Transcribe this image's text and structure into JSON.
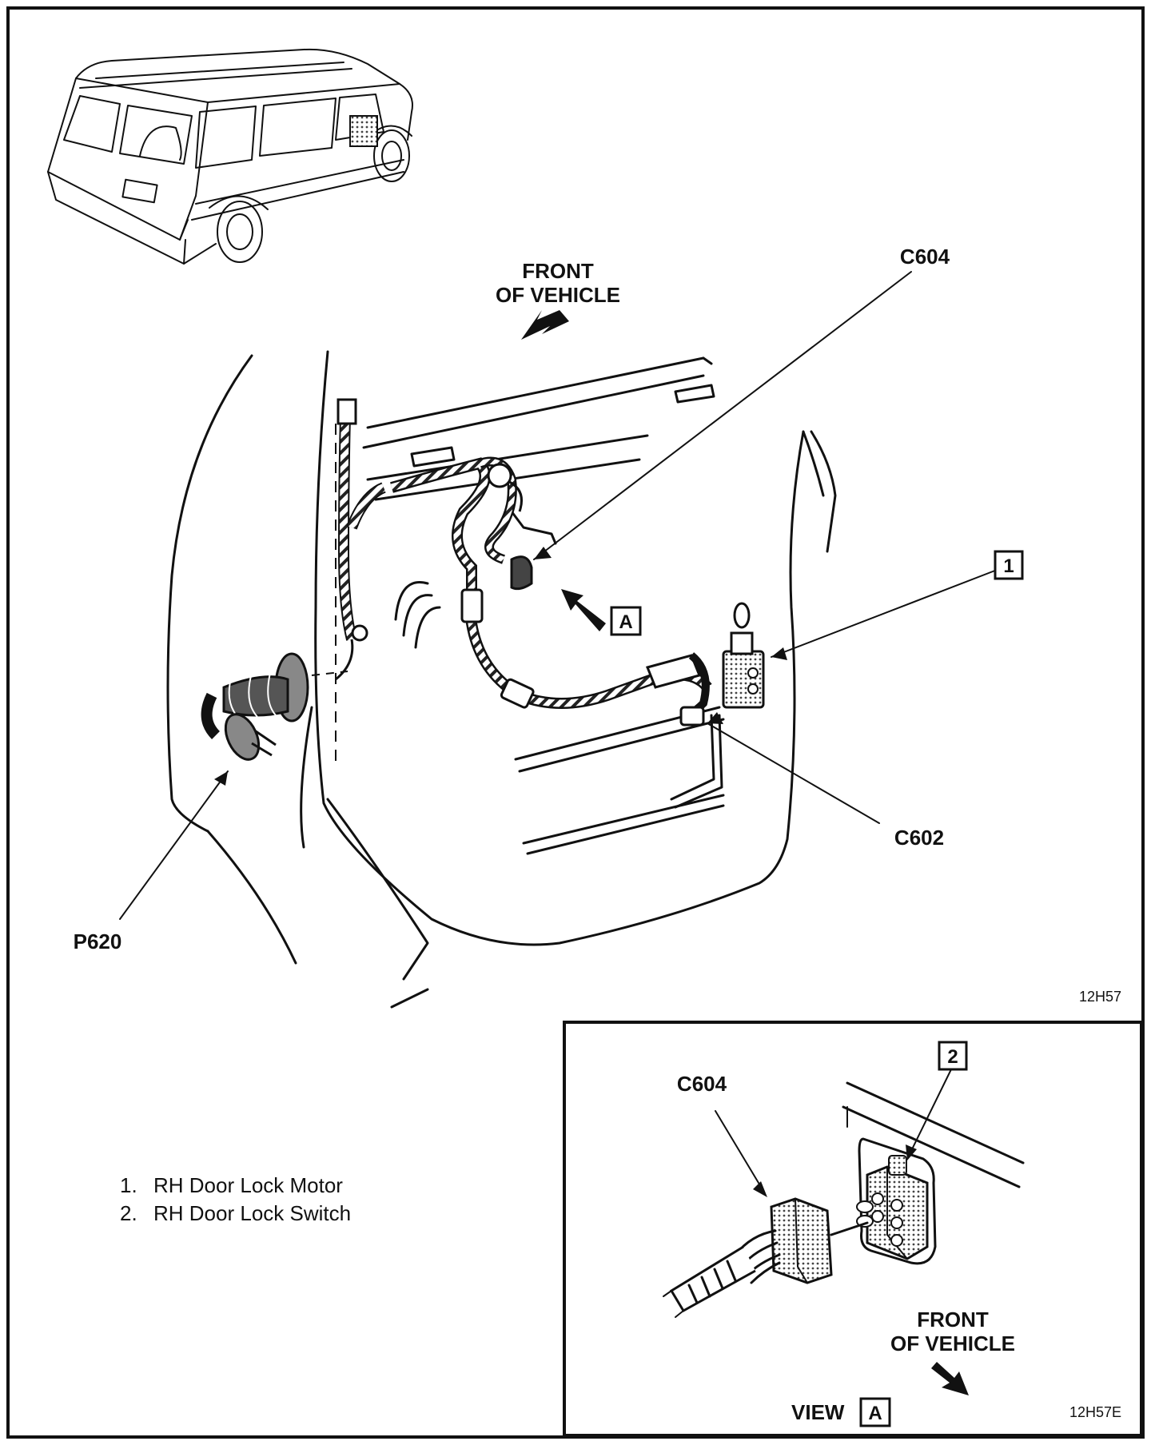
{
  "labels": {
    "front_of_vehicle_main": [
      "FRONT",
      "OF VEHICLE"
    ],
    "c604_main": "C604",
    "callout_1": "1",
    "callout_a": "A",
    "c602": "C602",
    "p620": "P620",
    "figure_id_main": "12H57"
  },
  "legend": [
    {
      "num": "1.",
      "text": "RH Door Lock Motor"
    },
    {
      "num": "2.",
      "text": "RH Door Lock Switch"
    }
  ],
  "inset": {
    "callout_2": "2",
    "c604": "C604",
    "front_of_vehicle": [
      "FRONT",
      "OF VEHICLE"
    ],
    "view_label": "VIEW",
    "view_callout": "A",
    "figure_id": "12H57E"
  }
}
